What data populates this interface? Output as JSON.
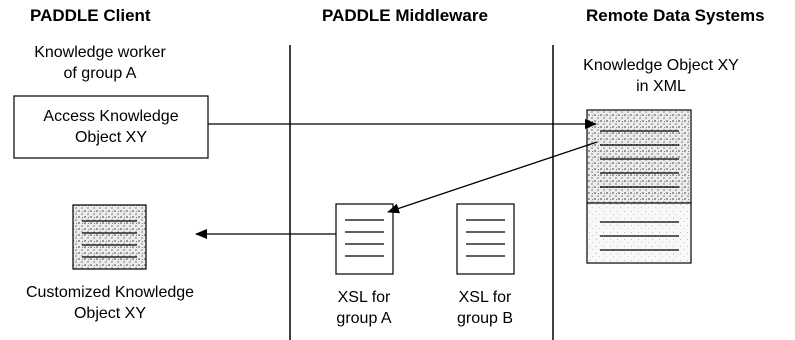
{
  "columns": {
    "client": "PADDLE Client",
    "middleware": "PADDLE Middleware",
    "remote": "Remote Data Systems"
  },
  "client": {
    "actor_line1": "Knowledge worker",
    "actor_line2": "of group A",
    "action_line1": "Access Knowledge",
    "action_line2": "Object XY",
    "result_line1": "Customized Knowledge",
    "result_line2": "Object XY"
  },
  "middleware": {
    "xsl_a_line1": "XSL for",
    "xsl_a_line2": "group A",
    "xsl_b_line1": "XSL for",
    "xsl_b_line2": "group B"
  },
  "remote": {
    "object_line1": "Knowledge Object XY",
    "object_line2": "in XML"
  },
  "colors": {
    "ink": "#000000",
    "pattern": "#b0b0b0"
  }
}
